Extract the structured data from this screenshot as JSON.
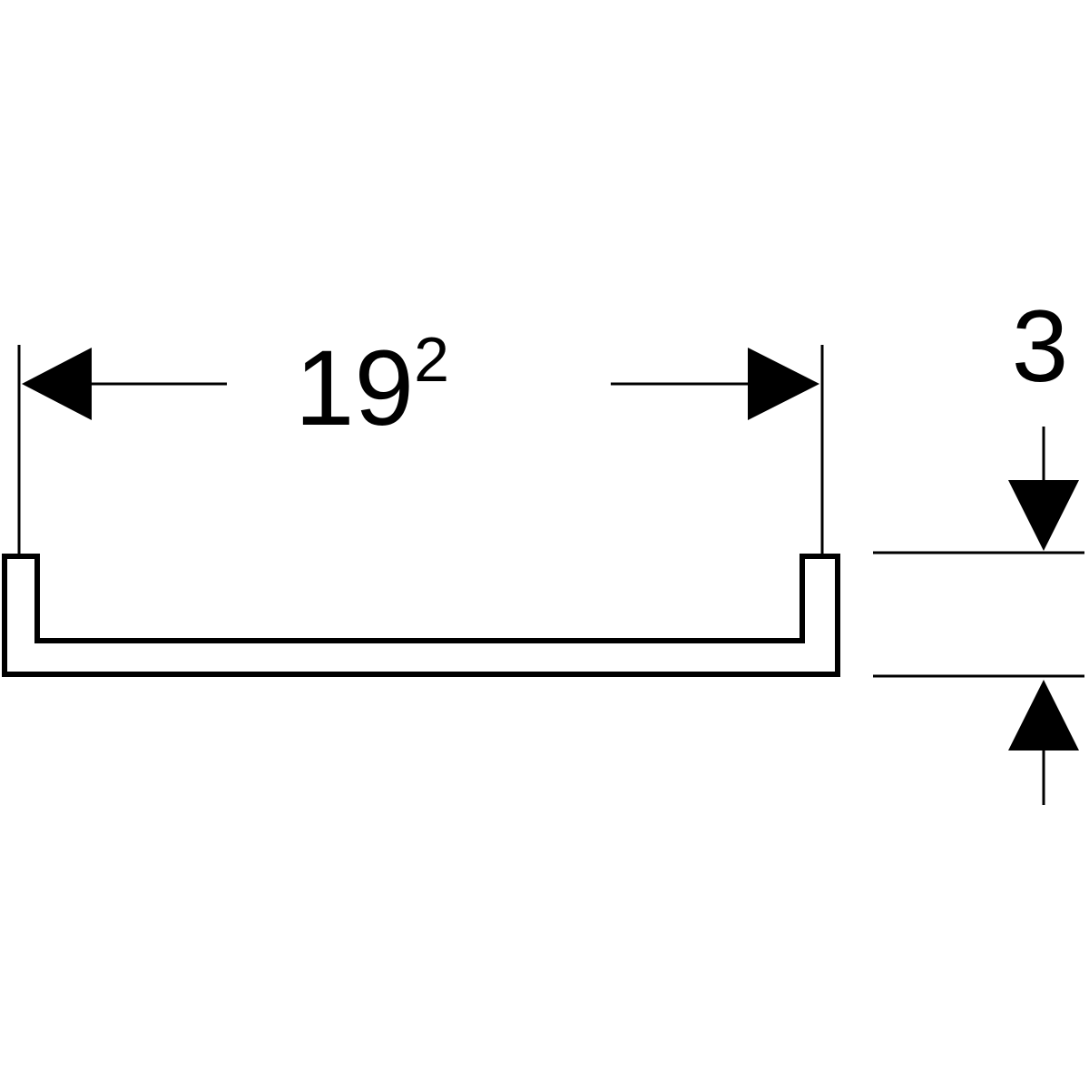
{
  "colors": {
    "background": "#ffffff",
    "line": "#000000"
  },
  "width_dimension": {
    "value": "19",
    "superscript": "2"
  },
  "height_dimension": {
    "value": "3"
  }
}
